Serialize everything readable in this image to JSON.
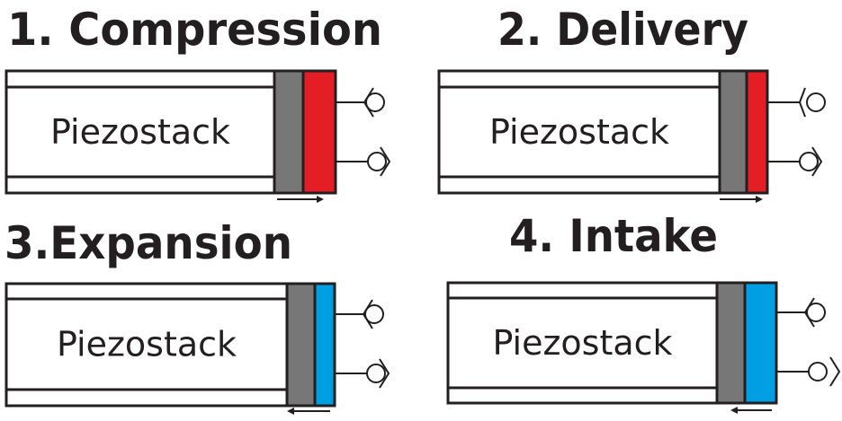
{
  "colors": {
    "outline": "#231f20",
    "piston": "#777777",
    "pressurized_chamber": "#e31e24",
    "low_pressure_chamber": "#009fe3",
    "background": "#ffffff"
  },
  "stages": [
    {
      "title": "1. Compression",
      "stack_label": "Piezostack",
      "chamber_state": "pressurized",
      "piston_direction": "right",
      "top_valve": "closed",
      "bottom_valve": "closed"
    },
    {
      "title": "2. Delivery",
      "stack_label": "Piezostack",
      "chamber_state": "pressurized",
      "piston_direction": "right",
      "top_valve": "open",
      "bottom_valve": "closed"
    },
    {
      "title": "3.Expansion",
      "stack_label": "Piezostack",
      "chamber_state": "low_pressure",
      "piston_direction": "left",
      "top_valve": "closed",
      "bottom_valve": "closed"
    },
    {
      "title": "4. Intake",
      "stack_label": "Piezostack",
      "chamber_state": "low_pressure",
      "piston_direction": "left",
      "top_valve": "closed",
      "bottom_valve": "open"
    }
  ]
}
